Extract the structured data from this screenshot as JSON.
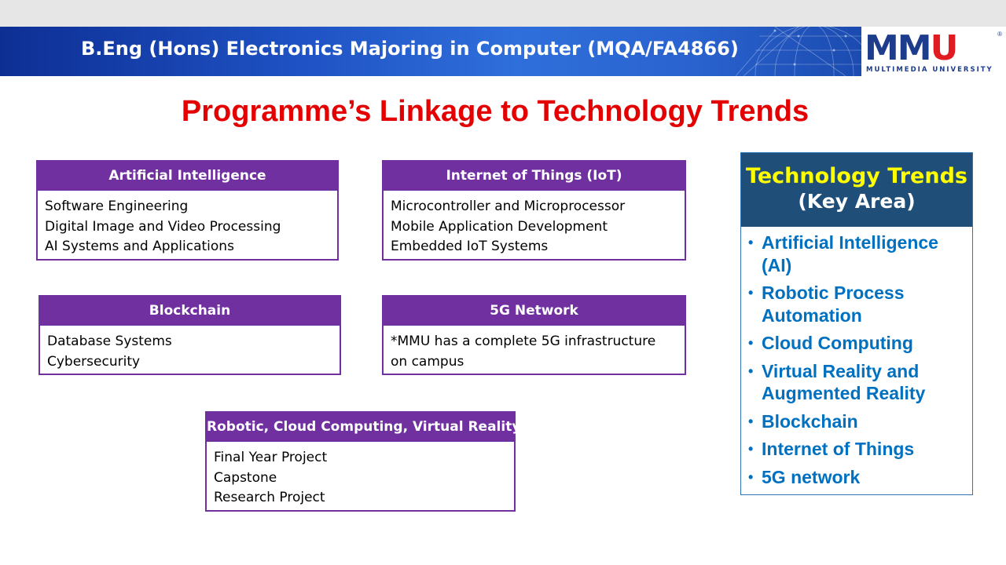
{
  "header": {
    "title": "B.Eng (Hons) Electronics Majoring in Computer (MQA/FA4866)",
    "logo_letters": [
      "M",
      "M",
      "U"
    ],
    "logo_subtitle": "MULTIMEDIA UNIVERSITY",
    "logo_registered": "®"
  },
  "main_title": "Programme’s Linkage to Technology Trends",
  "boxes": [
    {
      "header": "Artificial Intelligence",
      "lines": [
        "Software Engineering",
        "Digital Image and Video Processing",
        "AI Systems and Applications"
      ]
    },
    {
      "header": "Internet of Things (IoT)",
      "lines": [
        "Microcontroller and Microprocessor",
        "Mobile Application Development",
        "Embedded IoT Systems"
      ]
    },
    {
      "header": "Blockchain",
      "lines": [
        "Database Systems",
        "Cybersecurity"
      ]
    },
    {
      "header": "5G Network",
      "lines": [
        "*MMU has a complete 5G infrastructure",
        "on campus"
      ]
    },
    {
      "header": "Robotic, Cloud Computing, Virtual Reality",
      "lines": [
        "Final Year Project",
        "Capstone",
        "Research Project"
      ]
    }
  ],
  "trends": {
    "title_line1": "Technology Trends",
    "title_line2": "(Key Area)",
    "bullet": "•",
    "items": [
      [
        "Artificial Intelligence",
        "(AI)"
      ],
      [
        "Robotic Process",
        "Automation"
      ],
      [
        "Cloud Computing"
      ],
      [
        "Virtual Reality and",
        "Augmented Reality"
      ],
      [
        "Blockchain"
      ],
      [
        "Internet of Things"
      ],
      [
        "5G network"
      ]
    ]
  },
  "colors": {
    "title_red": "#e40000",
    "box_purple": "#7030a0",
    "trends_header": "#1f4e79",
    "trends_title_yellow": "#ffff00",
    "trends_text_blue": "#0070c0",
    "logo_blue": "#1d3d8c",
    "logo_red": "#e11b22"
  }
}
